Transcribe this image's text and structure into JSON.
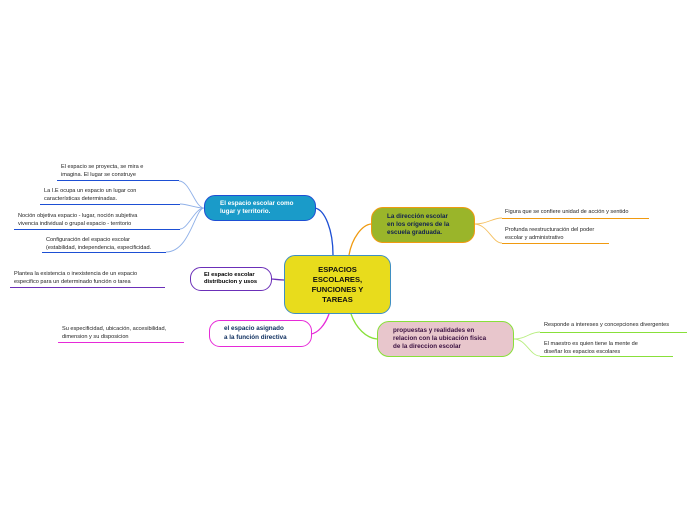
{
  "central": {
    "text": "ESPACIOS\nESCOLARES,\nFUNCIONES Y\nTAREAS",
    "fill": "#e8dc1c",
    "border": "#3f8fc2"
  },
  "branches": {
    "espacio_lugar": {
      "text": "El espacio escolar como\nlugar y territorio.",
      "fill": "#1a9bc9",
      "line": "#1d4fd4",
      "text_color": "#ffffff"
    },
    "distribucion": {
      "text": "El espacio escolar\ndistribucion y usos",
      "fill": "#ffffff",
      "line": "#6b2fb8",
      "text_color": "#000000"
    },
    "funcion": {
      "text": "el espacio asignado\na la función directiva",
      "fill": "#ffffff",
      "line": "#e62ad8",
      "text_color": "#103060"
    },
    "direccion": {
      "text": "La dirección escolar\nen los orígenes de la\nescuela graduada.",
      "fill": "#9ab52a",
      "line": "#f09a10",
      "text_color": "#102050"
    },
    "propuestas": {
      "text": "propuestas y realidades en\nrelacion con la ubicación fisica\nde la direccion escolar",
      "fill": "#e8c6cc",
      "line": "#88e03a",
      "text_color": "#3a1040"
    }
  },
  "leaves": {
    "lugar_1": "El espacio se proyecta, se mira e\nimagina. El lugar se construye",
    "lugar_2": "La I.E ocupa un espacio un lugar con\ncaracterísticas determinadas.",
    "lugar_3": "Noción objetiva espacio - lugar, noción subjetiva\nvivencia individual o grupal espacio - territorio",
    "lugar_4": "Configuración del espacio escolar\n(estabilidad, independencia, especificidad.",
    "distribucion_1": "Plantea la existencia o inexistencia de un espacio\nespecifico para un determinado función o tarea",
    "funcion_1": "Su especificidad, ubicación, accesibilidad,\ndimension y su disposicion",
    "direccion_1": "Figura que se confiere unidad de  acción y sentido",
    "direccion_2": "Profunda reestructuración del poder\nescolar y administrativo",
    "propuestas_1": "Responde a intereses y concepciones divergentes",
    "propuestas_2": "El maestro es quien tiene la mente de\ndiseñar los espacios escolares"
  }
}
